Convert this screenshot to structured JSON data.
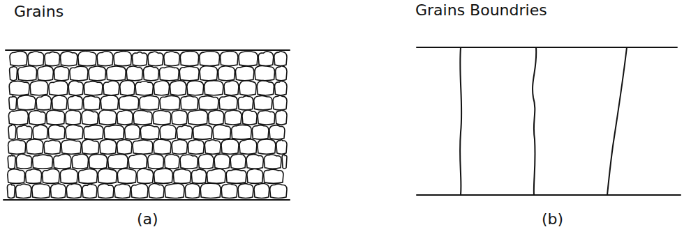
{
  "diagram": {
    "labels": [
      "Grains",
      "(a)",
      "Grains Boundries",
      "(b)"
    ]
  }
}
